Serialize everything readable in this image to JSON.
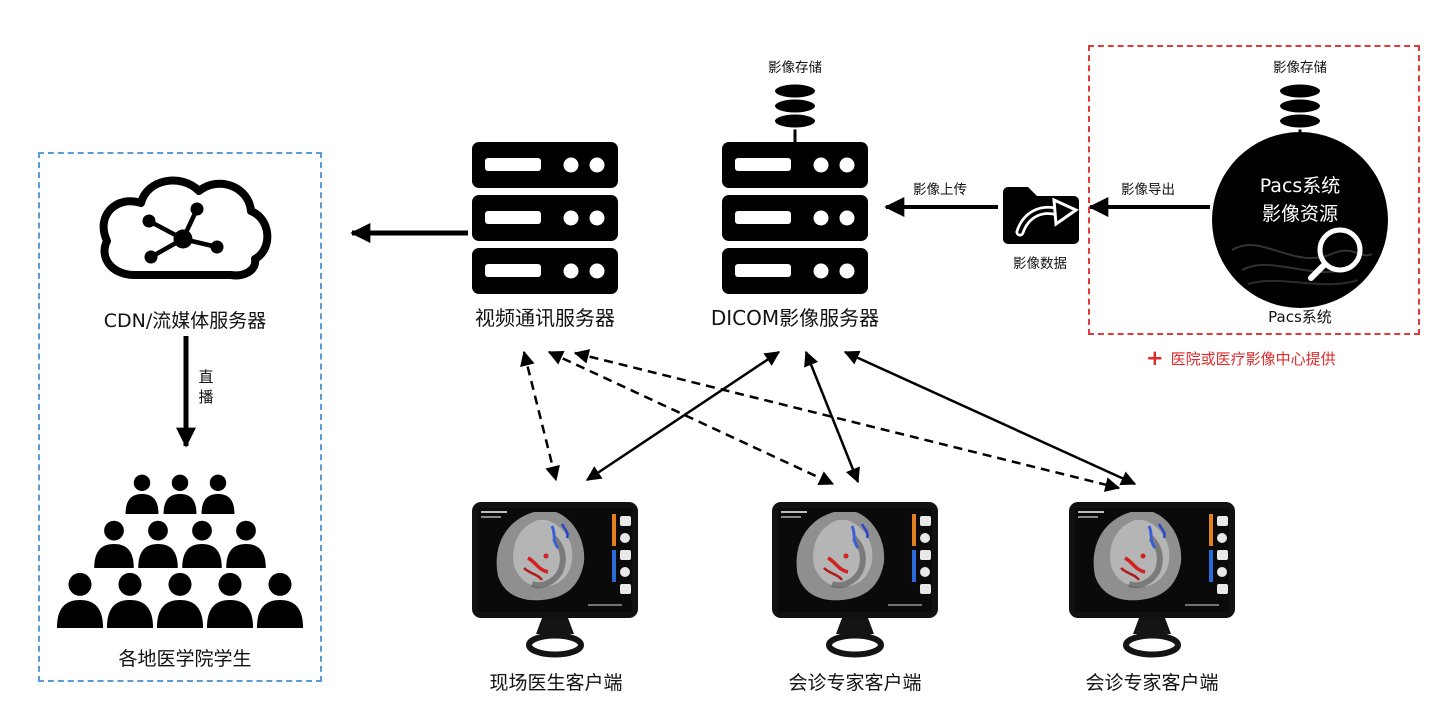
{
  "pacs": {
    "storage_label": "影像存储",
    "circle_title": "Pacs系统",
    "circle_subtitle": "影像资源",
    "caption": "Pacs系统",
    "note_plus": "+",
    "note_text": "医院或医疗影像中心提供"
  },
  "flow": {
    "export_label": "影像导出",
    "data_label": "影像数据",
    "upload_label": "影像上传"
  },
  "dicom": {
    "storage_label": "影像存储",
    "label": "DICOM影像服务器"
  },
  "video": {
    "label": "视频通讯服务器"
  },
  "cdn": {
    "label": "CDN/流媒体服务器",
    "live_label": "直播",
    "students_label": "各地医学院学生"
  },
  "clients": [
    {
      "label": "现场医生客户端"
    },
    {
      "label": "会诊专家客户端"
    },
    {
      "label": "会诊专家客户端"
    }
  ],
  "colors": {
    "accent_red": "#e02b2b",
    "accent_blue": "#5b9bd5",
    "ink": "#000000"
  }
}
